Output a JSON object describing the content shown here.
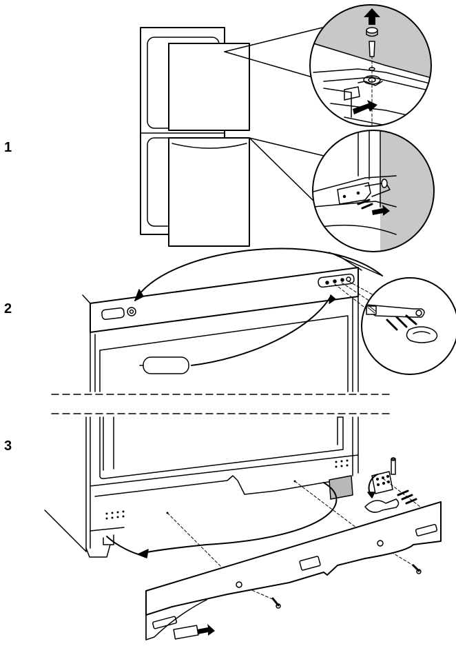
{
  "steps": [
    {
      "label": "1"
    },
    {
      "label": "2"
    },
    {
      "label": "3"
    }
  ],
  "colors": {
    "line": "#000000",
    "wall_fill": "#c8c8c8",
    "background": "#ffffff"
  },
  "icons": [
    "arrow-up-icon",
    "arrow-right-icon",
    "screw-icon",
    "hinge-icon",
    "magnifier-callout-icon"
  ]
}
